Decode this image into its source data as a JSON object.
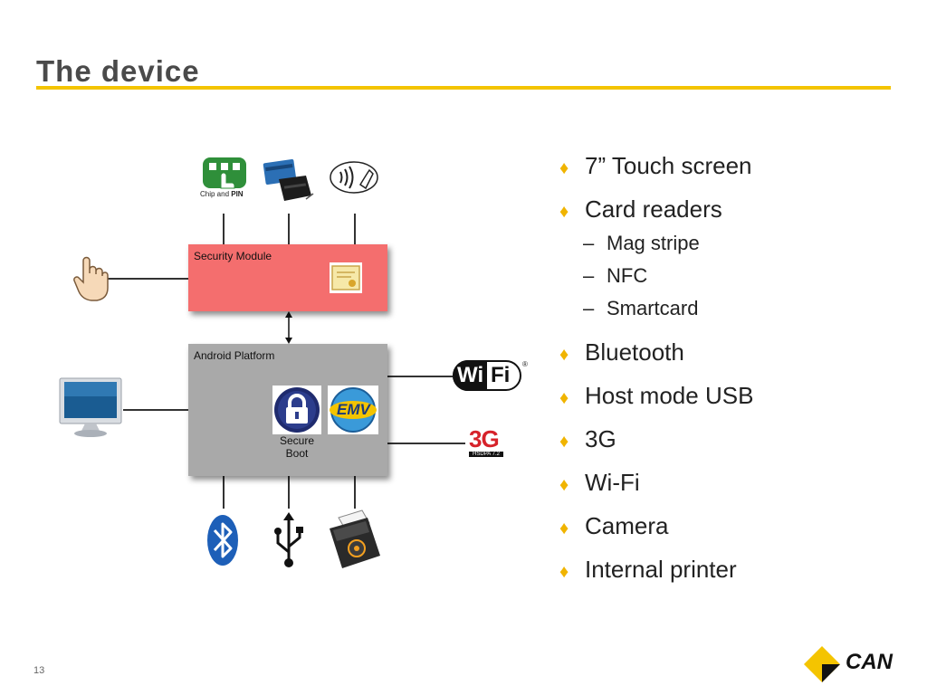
{
  "slide": {
    "title": "The device",
    "page_number": "13"
  },
  "diagram": {
    "security_module_label": "Security Module",
    "android_platform_label": "Android Platform",
    "secure_boot_label_line1": "Secure",
    "secure_boot_label_line2": "Boot",
    "chip_pin_caption_a": "Chip and ",
    "chip_pin_caption_b": "PIN",
    "wifi_text_a": "Wi",
    "wifi_text_b": "Fi",
    "g3_text": "3G",
    "g3_sub": "HSDPA 7.2",
    "emv_text": "EMV"
  },
  "bullets": [
    {
      "text": "7” Touch screen"
    },
    {
      "text": "Card readers",
      "sub": [
        "Mag stripe",
        "NFC",
        "Smartcard"
      ]
    },
    {
      "text": "Bluetooth"
    },
    {
      "text": "Host mode USB"
    },
    {
      "text": "3G"
    },
    {
      "text": "Wi-Fi"
    },
    {
      "text": "Camera"
    },
    {
      "text": "Internal printer"
    }
  ],
  "logo": {
    "text": "CAN"
  },
  "colors": {
    "accent_yellow": "#f4c400",
    "security_module": "#f46e6e",
    "android_platform": "#a9a9a9"
  }
}
